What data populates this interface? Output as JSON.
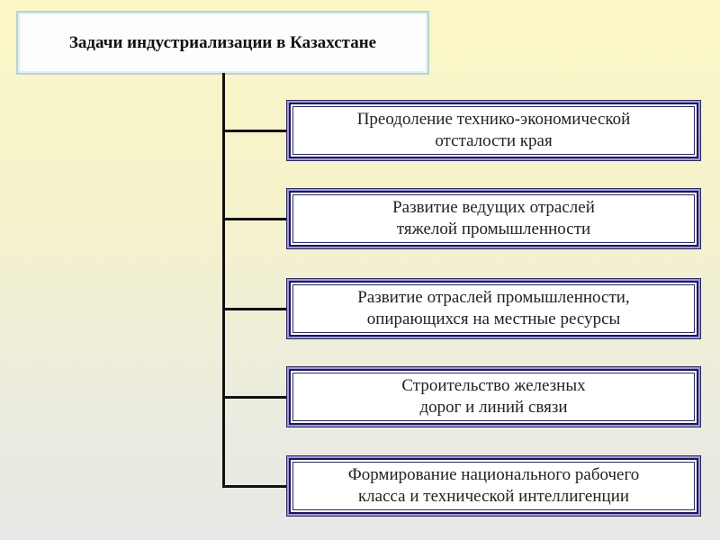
{
  "title": "Задачи индустриализации в Казахстане",
  "tasks": [
    {
      "line1": "Преодоление технико-экономической",
      "line2": "отсталости края"
    },
    {
      "line1": "Развитие ведущих отраслей",
      "line2": "тяжелой промышленности"
    },
    {
      "line1": "Развитие  отраслей промышленности,",
      "line2": "опирающихся на  местные ресурсы"
    },
    {
      "line1": "Строительство железных",
      "line2": "дорог и линий связи"
    },
    {
      "line1": "Формирование национального рабочего",
      "line2": "класса и технической интеллигенции"
    }
  ]
}
